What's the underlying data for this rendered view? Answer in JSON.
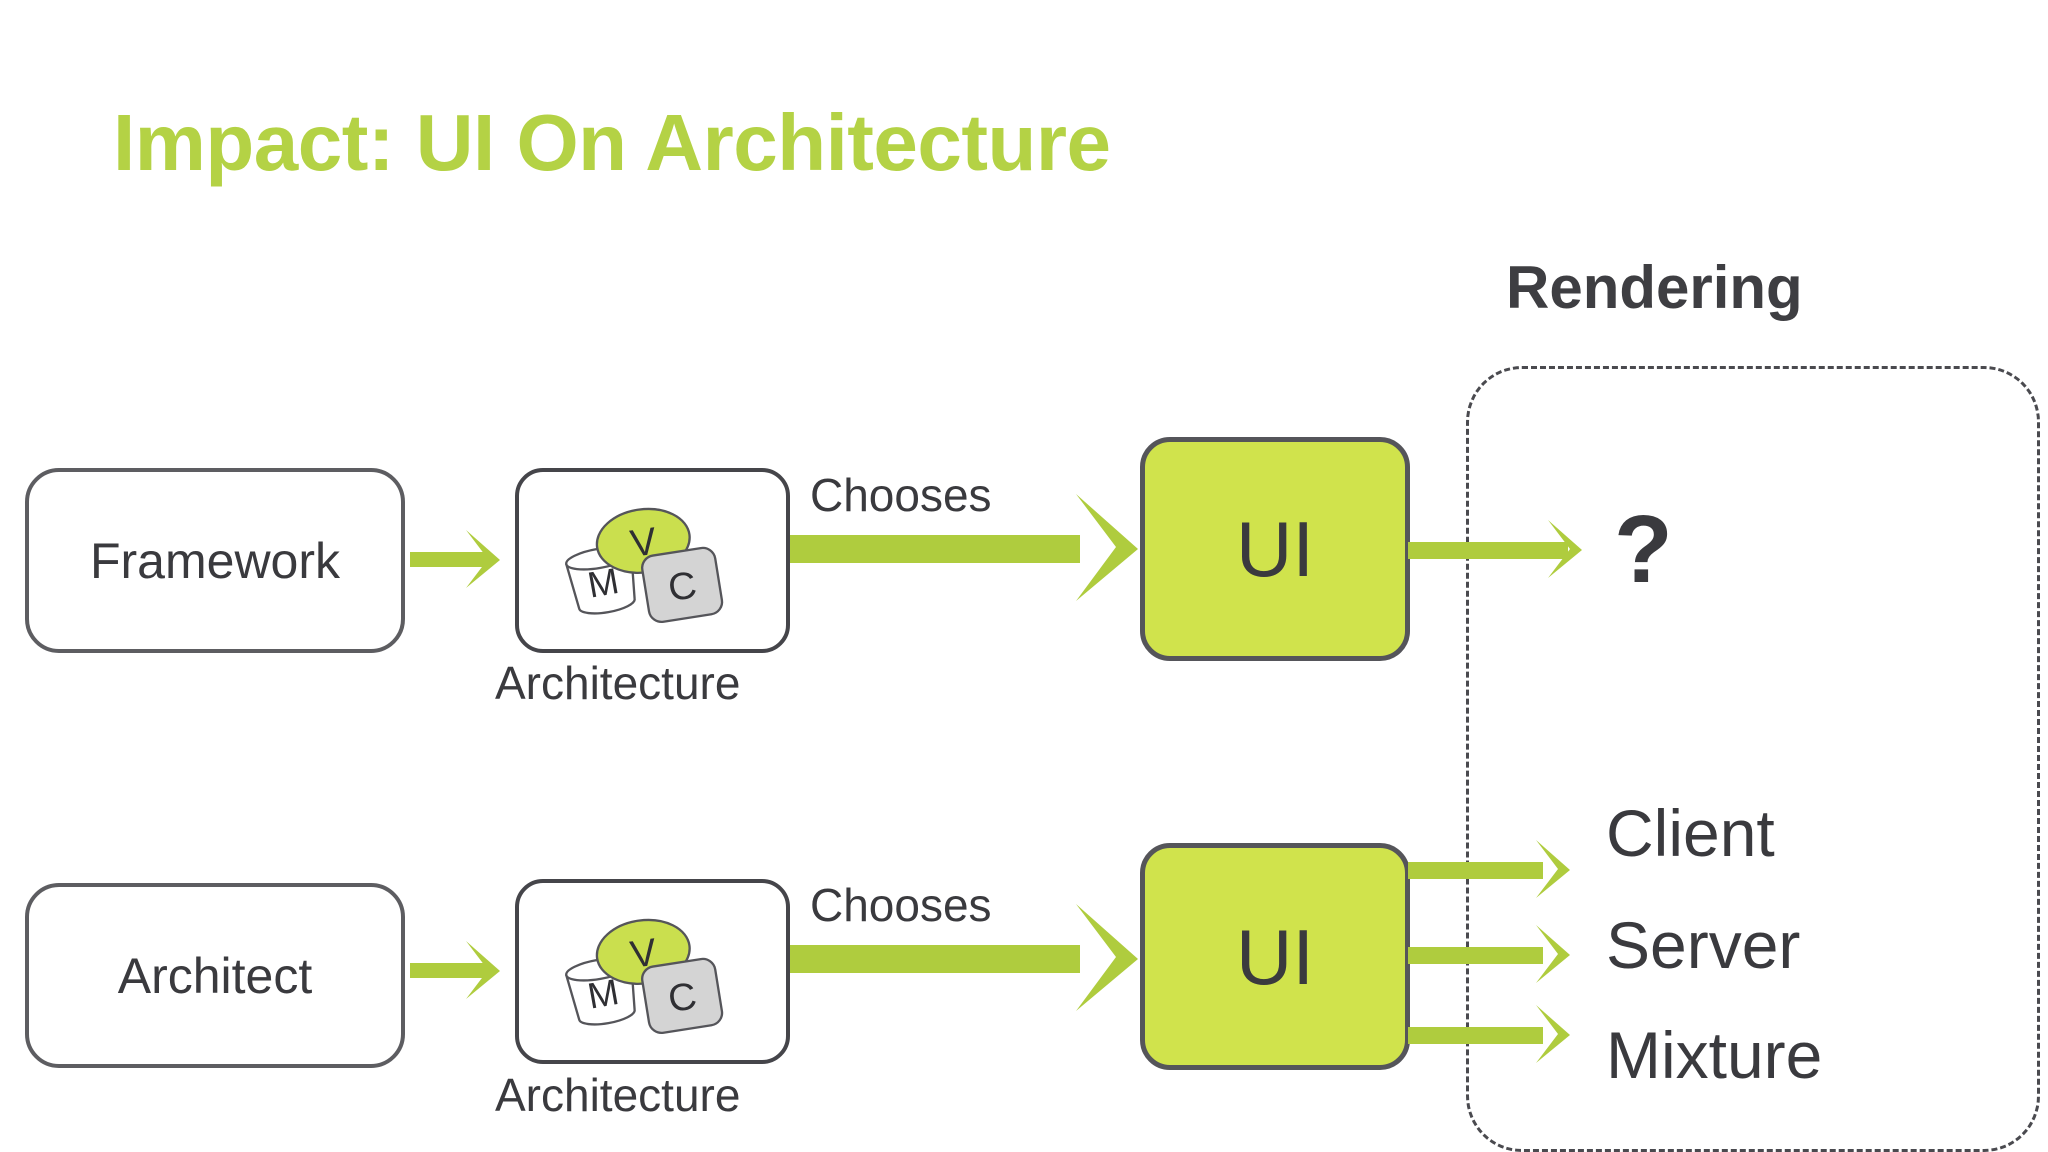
{
  "slide": {
    "title": "Impact: UI On Architecture",
    "background_color": "#ffffff",
    "title_color": "#b4d245"
  },
  "colors": {
    "accent_green": "#b4d245",
    "arrow_green": "#afcc3e",
    "ui_fill": "#d0e34c",
    "dark_text": "#3a3a3e",
    "box_border": "#5d5d61",
    "dashed_border": "#4a4a4f",
    "mvc_gray": "#d4d4d4"
  },
  "rendering": {
    "heading": "Rendering",
    "outputs_top": [
      "?"
    ],
    "outputs_bottom": [
      "Client",
      "Server",
      "Mixture"
    ]
  },
  "rows": [
    {
      "id": "framework-row",
      "source_label": "Framework",
      "architecture_caption": "Architecture",
      "relation_label": "Chooses",
      "ui_label": "UI",
      "outputs": [
        "?"
      ]
    },
    {
      "id": "architect-row",
      "source_label": "Architect",
      "architecture_caption": "Architecture",
      "relation_label": "Chooses",
      "ui_label": "UI",
      "outputs": [
        "Client",
        "Server",
        "Mixture"
      ]
    }
  ],
  "mvc_icon": {
    "view_letter": "V",
    "model_letter": "M",
    "controller_letter": "C",
    "view_color": "#cadf4e",
    "controller_color": "#d4d4d4",
    "model_color": "#ffffff"
  }
}
